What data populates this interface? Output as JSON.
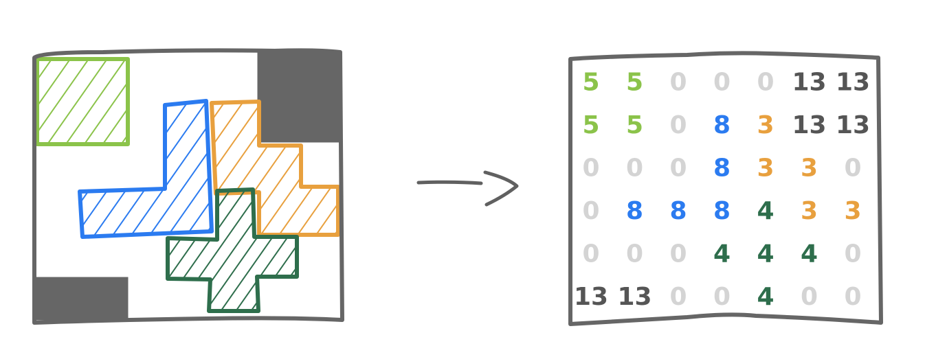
{
  "diagram": {
    "description": "Grid of placed shapes converted to a numeric grid labeled by cell value",
    "colors": {
      "border": "#666666",
      "green": "#8bc34a",
      "blue": "#2b7bf0",
      "orange": "#e8a03e",
      "dark_green": "#2e6e4c",
      "obstacle": "#666666",
      "empty": "#d4d4d4"
    },
    "left_grid": {
      "rows": 6,
      "cols": 7,
      "shapes": [
        {
          "name": "green-square",
          "color": "green",
          "value": 5,
          "cells": [
            [
              0,
              0
            ],
            [
              0,
              1
            ],
            [
              1,
              0
            ],
            [
              1,
              1
            ]
          ]
        },
        {
          "name": "obstacle-top-right",
          "color": "obstacle",
          "value": 13,
          "cells": [
            [
              0,
              5
            ],
            [
              0,
              6
            ],
            [
              1,
              5
            ],
            [
              1,
              6
            ]
          ]
        },
        {
          "name": "obstacle-bottom-left",
          "color": "obstacle",
          "value": 13,
          "cells": [
            [
              5,
              0
            ],
            [
              5,
              1
            ]
          ]
        },
        {
          "name": "blue-l-shape",
          "color": "blue",
          "value": 8,
          "cells": [
            [
              1,
              3
            ],
            [
              2,
              3
            ],
            [
              3,
              1
            ],
            [
              3,
              2
            ],
            [
              3,
              3
            ]
          ]
        },
        {
          "name": "orange-staircase",
          "color": "orange",
          "value": 3,
          "cells": [
            [
              1,
              4
            ],
            [
              2,
              4
            ],
            [
              2,
              5
            ],
            [
              3,
              5
            ],
            [
              3,
              6
            ]
          ]
        },
        {
          "name": "dark-green-plus",
          "color": "dark_green",
          "value": 4,
          "cells": [
            [
              3,
              4
            ],
            [
              4,
              3
            ],
            [
              4,
              4
            ],
            [
              4,
              5
            ],
            [
              5,
              4
            ]
          ]
        }
      ]
    },
    "arrow": {
      "icon": "arrow-right-icon"
    },
    "right_grid": {
      "rows": 6,
      "cols": 7,
      "values": [
        [
          "5",
          "5",
          "0",
          "0",
          "0",
          "13",
          "13"
        ],
        [
          "5",
          "5",
          "0",
          "8",
          "3",
          "13",
          "13"
        ],
        [
          "0",
          "0",
          "0",
          "8",
          "3",
          "3",
          "0"
        ],
        [
          "0",
          "8",
          "8",
          "8",
          "4",
          "3",
          "3"
        ],
        [
          "0",
          "0",
          "0",
          "4",
          "4",
          "4",
          "0"
        ],
        [
          "13",
          "13",
          "0",
          "0",
          "4",
          "0",
          "0"
        ]
      ],
      "value_colors": {
        "0": "#d4d4d4",
        "3": "#e8a03e",
        "4": "#2e6e4c",
        "5": "#8bc34a",
        "8": "#2b7bf0",
        "13": "#555555"
      }
    }
  }
}
